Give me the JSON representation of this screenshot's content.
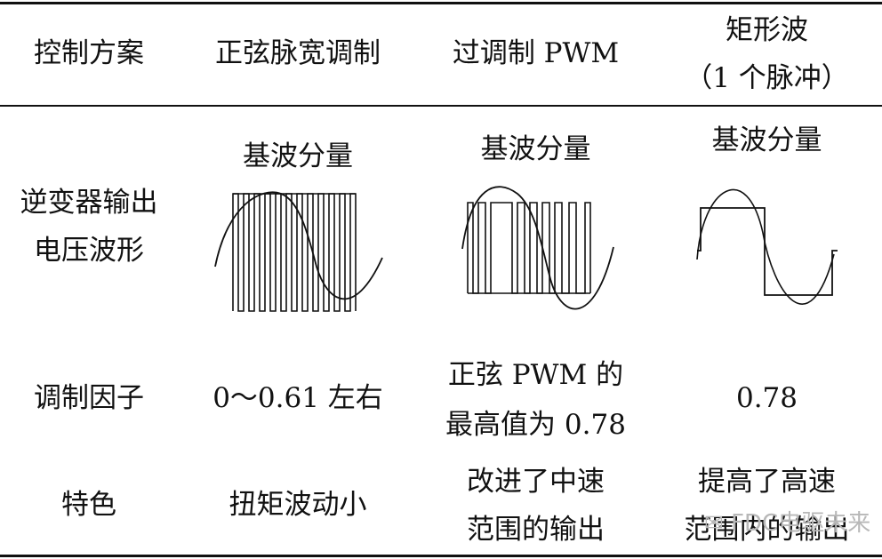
{
  "header": {
    "scheme": "控制方案",
    "col1": "正弦脉宽调制",
    "col2": "过调制 PWM",
    "col3_line1": "矩形波",
    "col3_line2": "（1 个脉冲）"
  },
  "waveform_row": {
    "label_line1": "逆变器输出",
    "label_line2": "电压波形",
    "col1_caption": "基波分量",
    "col2_caption": "基波分量",
    "col3_caption": "基波分量"
  },
  "modulation_row": {
    "label": "调制因子",
    "col1": "0～0.61 左右",
    "col2_line1": "正弦 PWM 的",
    "col2_line2": "最高值为 0.78",
    "col3": "0.78"
  },
  "feature_row": {
    "label": "特色",
    "col1": "扭矩波动小",
    "col2_line1": "改进了中速",
    "col2_line2": "范围的输出",
    "col3_line1": "提高了高速",
    "col3_line2": "范围内的输出"
  },
  "watermark": {
    "text": "FDC电驱未来"
  }
}
